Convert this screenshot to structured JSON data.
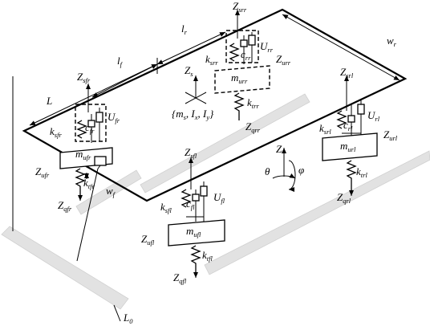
{
  "labels": {
    "L": "L",
    "lf_main": "l",
    "lf_sub": "f",
    "lr_main": "l",
    "lr_sub": "r",
    "wr_main": "w",
    "wr_sub": "r",
    "wf_main": "w",
    "wf_sub": "f",
    "L0_main": "L",
    "L0_sub": "0",
    "Zs_main": "Z",
    "Zs_sub": "s",
    "mass_text_pre": "{m",
    "mass_ms_sub": "s",
    "mass_text_mid1": ", I",
    "mass_ix_sub": "x",
    "mass_text_mid2": ", I",
    "mass_iy_sub": "y",
    "mass_text_post": "}",
    "Z_axis": "Z",
    "theta": "θ",
    "phi": "φ",
    "fr": {
      "Zs_main": "Z",
      "Zs_sub": "sfr",
      "U_main": "U",
      "U_sub": "fr",
      "k_main": "k",
      "k_sub": "sfr",
      "c_main": "c",
      "c_sub": "fr",
      "m_main": "m",
      "m_sub": "ufr",
      "Zu_main": "Z",
      "Zu_sub": "ufr",
      "kt_main": "k",
      "kt_sub": "tfr",
      "Zq_main": "Z",
      "Zq_sub": "qfr"
    },
    "rr": {
      "Zs_main": "Z",
      "Zs_sub": "srr",
      "U_main": "U",
      "U_sub": "rr",
      "k_main": "k",
      "k_sub": "srr",
      "c_main": "c",
      "c_sub": "rr",
      "m_main": "m",
      "m_sub": "urr",
      "Zu_main": "Z",
      "Zu_sub": "urr",
      "kt_main": "k",
      "kt_sub": "trr",
      "Zq_main": "Z",
      "Zq_sub": "qrr"
    },
    "fl": {
      "Zs_main": "Z",
      "Zs_sub": "sfl",
      "U_main": "U",
      "U_sub": "fl",
      "k_main": "k",
      "k_sub": "sfl",
      "c_main": "c",
      "c_sub": "fl",
      "m_main": "m",
      "m_sub": "ufl",
      "Zu_main": "Z",
      "Zu_sub": "ufl",
      "kt_main": "k",
      "kt_sub": "tfl",
      "Zq_main": "Z",
      "Zq_sub": "qfl"
    },
    "rl": {
      "Zs_main": "Z",
      "Zs_sub": "srl",
      "U_main": "U",
      "U_sub": "rl",
      "k_main": "k",
      "k_sub": "srl",
      "c_main": "c",
      "c_sub": "rl",
      "m_main": "m",
      "m_sub": "url",
      "Zu_main": "Z",
      "Zu_sub": "url",
      "kt_main": "k",
      "kt_sub": "trl",
      "Zq_main": "Z",
      "Zq_sub": "qrl"
    }
  }
}
